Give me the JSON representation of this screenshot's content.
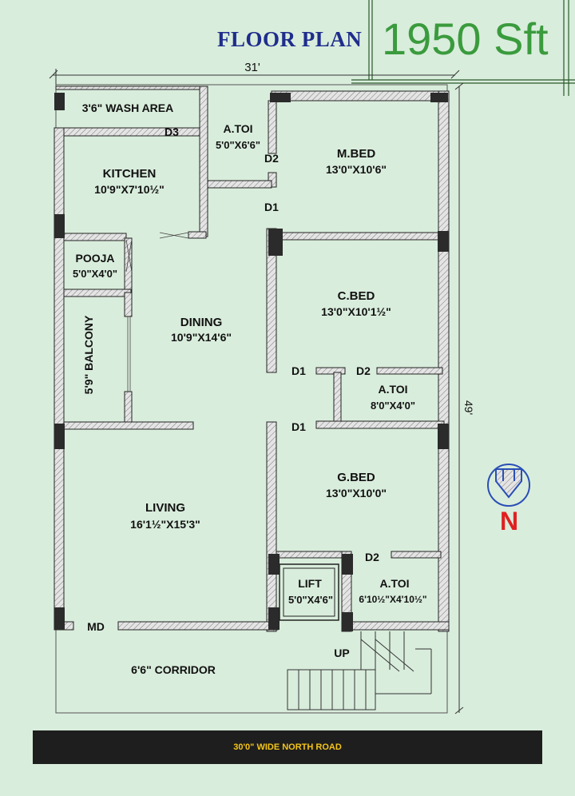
{
  "header": {
    "title": "FLOOR PLAN",
    "area": "1950 Sft"
  },
  "dimensions": {
    "width": "31'",
    "depth": "49'"
  },
  "rooms": {
    "wash_area": "3'6\" WASH AREA",
    "kitchen_name": "KITCHEN",
    "kitchen_size": "10'9\"X7'10½\"",
    "toilet1_name": "A.TOI",
    "toilet1_size": "5'0\"X6'6\"",
    "master_name": "M.BED",
    "master_size": "13'0\"X10'6\"",
    "pooja_name": "POOJA",
    "pooja_size": "5'0\"X4'0\"",
    "balcony": "5'9\" BALCONY",
    "dining_name": "DINING",
    "dining_size": "10'9\"X14'6\"",
    "child_name": "C.BED",
    "child_size": "13'0\"X10'1½\"",
    "toilet2_name": "A.TOI",
    "toilet2_size": "8'0\"X4'0\"",
    "guest_name": "G.BED",
    "guest_size": "13'0\"X10'0\"",
    "living_name": "LIVING",
    "living_size": "16'1½\"X15'3\"",
    "lift_name": "LIFT",
    "lift_size": "5'0\"X4'6\"",
    "toilet3_name": "A.TOI",
    "toilet3_size": "6'10½\"X4'10½\"",
    "corridor": "6'6\" CORRIDOR"
  },
  "doors": {
    "d3": "D3",
    "d2a": "D2",
    "d1a": "D1",
    "d1b": "D1",
    "d2b": "D2",
    "d1c": "D1",
    "d2c": "D2",
    "md": "MD",
    "up": "UP"
  },
  "road": "30'0\" WIDE NORTH ROAD",
  "compass": "N",
  "colors": {
    "background": "#d9eddc",
    "title": "#1f2d8c",
    "area": "#3a9b3d",
    "north": "#e02020",
    "road": "#1e1e1e",
    "road_text": "#f5c518",
    "compass": "#2a4fb5"
  }
}
